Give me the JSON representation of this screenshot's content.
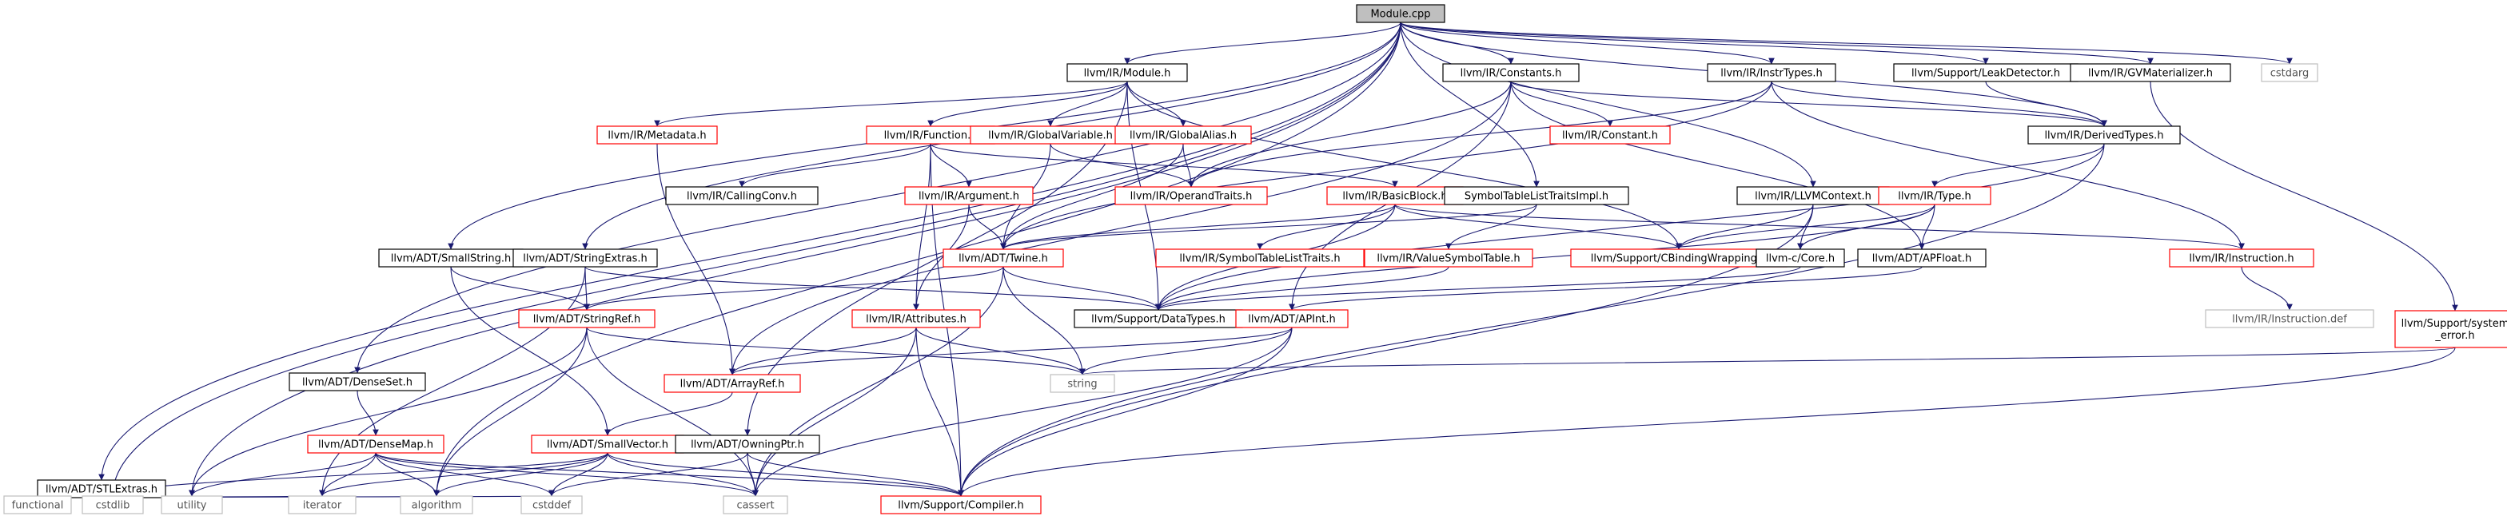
{
  "colors": {
    "edge": "#191970",
    "root_fill": "#bfbfbf",
    "node_fill": "#ffffff",
    "border_normal": "#000000",
    "border_truncated": "#ff0000",
    "border_system": "#bfbfbf"
  },
  "nodes": [
    {
      "id": "module_cpp",
      "label": "Module.cpp",
      "kind": "root"
    },
    {
      "id": "cstdarg",
      "label": "cstdarg",
      "kind": "system"
    },
    {
      "id": "ir_module",
      "label": "llvm/IR/Module.h",
      "kind": "normal"
    },
    {
      "id": "ir_constants",
      "label": "llvm/IR/Constants.h",
      "kind": "normal"
    },
    {
      "id": "ir_instrtypes",
      "label": "llvm/IR/InstrTypes.h",
      "kind": "normal"
    },
    {
      "id": "leakdetector",
      "label": "llvm/Support/LeakDetector.h",
      "kind": "normal"
    },
    {
      "id": "gvmaterializer",
      "label": "llvm/IR/GVMaterializer.h",
      "kind": "normal"
    },
    {
      "id": "ir_metadata",
      "label": "llvm/IR/Metadata.h",
      "kind": "truncated"
    },
    {
      "id": "ir_function",
      "label": "llvm/IR/Function.h",
      "kind": "truncated"
    },
    {
      "id": "ir_globalvariable",
      "label": "llvm/IR/GlobalVariable.h",
      "kind": "truncated"
    },
    {
      "id": "ir_globalalias",
      "label": "llvm/IR/GlobalAlias.h",
      "kind": "truncated"
    },
    {
      "id": "ir_constant",
      "label": "llvm/IR/Constant.h",
      "kind": "truncated"
    },
    {
      "id": "ir_derivedtypes",
      "label": "llvm/IR/DerivedTypes.h",
      "kind": "normal"
    },
    {
      "id": "ir_operandtraits",
      "label": "llvm/IR/OperandTraits.h",
      "kind": "truncated"
    },
    {
      "id": "ir_callingconv",
      "label": "llvm/IR/CallingConv.h",
      "kind": "normal"
    },
    {
      "id": "ir_argument",
      "label": "llvm/IR/Argument.h",
      "kind": "truncated"
    },
    {
      "id": "ir_basicblock",
      "label": "llvm/IR/BasicBlock.h",
      "kind": "truncated"
    },
    {
      "id": "symtabtraits",
      "label": "SymbolTableListTraitsImpl.h",
      "kind": "normal"
    },
    {
      "id": "ir_llvmcontext",
      "label": "llvm/IR/LLVMContext.h",
      "kind": "normal"
    },
    {
      "id": "ir_type",
      "label": "llvm/IR/Type.h",
      "kind": "truncated"
    },
    {
      "id": "adt_smallstring",
      "label": "llvm/ADT/SmallString.h",
      "kind": "normal"
    },
    {
      "id": "adt_stringextras",
      "label": "llvm/ADT/StringExtras.h",
      "kind": "normal"
    },
    {
      "id": "adt_twine",
      "label": "llvm/ADT/Twine.h",
      "kind": "truncated"
    },
    {
      "id": "ir_symtablelisttraits",
      "label": "llvm/IR/SymbolTableListTraits.h",
      "kind": "truncated"
    },
    {
      "id": "ir_valuesymboltable",
      "label": "llvm/IR/ValueSymbolTable.h",
      "kind": "truncated"
    },
    {
      "id": "cbindingwrapping",
      "label": "llvm/Support/CBindingWrapping.h",
      "kind": "truncated"
    },
    {
      "id": "llvmc_core",
      "label": "llvm-c/Core.h",
      "kind": "normal"
    },
    {
      "id": "adt_apfloat",
      "label": "llvm/ADT/APFloat.h",
      "kind": "normal"
    },
    {
      "id": "ir_instruction",
      "label": "llvm/IR/Instruction.h",
      "kind": "truncated"
    },
    {
      "id": "adt_stringref",
      "label": "llvm/ADT/StringRef.h",
      "kind": "truncated"
    },
    {
      "id": "datatypes",
      "label": "llvm/Support/DataTypes.h",
      "kind": "normal"
    },
    {
      "id": "ir_attributes",
      "label": "llvm/IR/Attributes.h",
      "kind": "truncated"
    },
    {
      "id": "adt_apint",
      "label": "llvm/ADT/APInt.h",
      "kind": "truncated"
    },
    {
      "id": "ir_instruction_def",
      "label": "llvm/IR/Instruction.def",
      "kind": "system"
    },
    {
      "id": "system_error",
      "label": "llvm/Support/system\n_error.h",
      "kind": "truncated"
    },
    {
      "id": "string",
      "label": "string",
      "kind": "system"
    },
    {
      "id": "adt_denseset",
      "label": "llvm/ADT/DenseSet.h",
      "kind": "normal"
    },
    {
      "id": "adt_arrayref",
      "label": "llvm/ADT/ArrayRef.h",
      "kind": "truncated"
    },
    {
      "id": "adt_densemap",
      "label": "llvm/ADT/DenseMap.h",
      "kind": "truncated"
    },
    {
      "id": "adt_smallvector",
      "label": "llvm/ADT/SmallVector.h",
      "kind": "truncated"
    },
    {
      "id": "adt_owningptr",
      "label": "llvm/ADT/OwningPtr.h",
      "kind": "normal"
    },
    {
      "id": "adt_stlextras",
      "label": "llvm/ADT/STLExtras.h",
      "kind": "normal"
    },
    {
      "id": "functional",
      "label": "functional",
      "kind": "system"
    },
    {
      "id": "cstdlib",
      "label": "cstdlib",
      "kind": "system"
    },
    {
      "id": "utility",
      "label": "utility",
      "kind": "system"
    },
    {
      "id": "iterator",
      "label": "iterator",
      "kind": "system"
    },
    {
      "id": "algorithm",
      "label": "algorithm",
      "kind": "system"
    },
    {
      "id": "cstddef",
      "label": "cstddef",
      "kind": "system"
    },
    {
      "id": "cassert",
      "label": "cassert",
      "kind": "system"
    },
    {
      "id": "compiler",
      "label": "llvm/Support/Compiler.h",
      "kind": "truncated"
    }
  ],
  "edges": [
    [
      "module_cpp",
      "cstdarg"
    ],
    [
      "module_cpp",
      "ir_module"
    ],
    [
      "module_cpp",
      "ir_constants"
    ],
    [
      "module_cpp",
      "ir_instrtypes"
    ],
    [
      "module_cpp",
      "leakdetector"
    ],
    [
      "module_cpp",
      "gvmaterializer"
    ],
    [
      "module_cpp",
      "ir_derivedtypes"
    ],
    [
      "module_cpp",
      "ir_llvmcontext"
    ],
    [
      "module_cpp",
      "symtabtraits"
    ],
    [
      "module_cpp",
      "adt_smallstring"
    ],
    [
      "module_cpp",
      "adt_stringextras"
    ],
    [
      "module_cpp",
      "adt_denseset"
    ],
    [
      "module_cpp",
      "adt_stlextras"
    ],
    [
      "module_cpp",
      "cstdlib"
    ],
    [
      "module_cpp",
      "algorithm"
    ],
    [
      "module_cpp",
      "utility"
    ],
    [
      "ir_module",
      "ir_metadata"
    ],
    [
      "ir_module",
      "ir_function"
    ],
    [
      "ir_module",
      "ir_globalvariable"
    ],
    [
      "ir_module",
      "ir_globalalias"
    ],
    [
      "ir_module",
      "adt_owningptr"
    ],
    [
      "ir_module",
      "datatypes"
    ],
    [
      "ir_module",
      "cbindingwrapping"
    ],
    [
      "ir_constants",
      "ir_constant"
    ],
    [
      "ir_constants",
      "ir_operandtraits"
    ],
    [
      "ir_constants",
      "ir_derivedtypes"
    ],
    [
      "ir_constants",
      "adt_apfloat"
    ],
    [
      "ir_constants",
      "adt_apint"
    ],
    [
      "ir_constants",
      "adt_arrayref"
    ],
    [
      "ir_instrtypes",
      "ir_instruction"
    ],
    [
      "ir_instrtypes",
      "ir_operandtraits"
    ],
    [
      "ir_instrtypes",
      "ir_derivedtypes"
    ],
    [
      "ir_instrtypes",
      "adt_twine"
    ],
    [
      "leakdetector",
      "ir_derivedtypes"
    ],
    [
      "gvmaterializer",
      "system_error"
    ],
    [
      "ir_function",
      "ir_callingconv"
    ],
    [
      "ir_function",
      "ir_argument"
    ],
    [
      "ir_function",
      "ir_basicblock"
    ],
    [
      "ir_function",
      "ir_attributes"
    ],
    [
      "ir_function",
      "compiler"
    ],
    [
      "ir_globalvariable",
      "ir_operandtraits"
    ],
    [
      "ir_globalvariable",
      "adt_twine"
    ],
    [
      "ir_globalalias",
      "ir_operandtraits"
    ],
    [
      "ir_globalalias",
      "adt_twine"
    ],
    [
      "ir_metadata",
      "adt_arrayref"
    ],
    [
      "ir_derivedtypes",
      "ir_type"
    ],
    [
      "ir_derivedtypes",
      "datatypes"
    ],
    [
      "ir_derivedtypes",
      "compiler"
    ],
    [
      "ir_argument",
      "adt_twine"
    ],
    [
      "ir_argument",
      "ir_attributes"
    ],
    [
      "ir_basicblock",
      "ir_symtablelisttraits"
    ],
    [
      "ir_basicblock",
      "ir_instruction"
    ],
    [
      "ir_basicblock",
      "cbindingwrapping"
    ],
    [
      "ir_basicblock",
      "datatypes"
    ],
    [
      "ir_basicblock",
      "adt_twine"
    ],
    [
      "symtabtraits",
      "ir_valuesymboltable"
    ],
    [
      "symtabtraits",
      "adt_twine"
    ],
    [
      "ir_llvmcontext",
      "cbindingwrapping"
    ],
    [
      "ir_llvmcontext",
      "llvmc_core"
    ],
    [
      "ir_llvmcontext",
      "compiler"
    ],
    [
      "ir_type",
      "adt_apfloat"
    ],
    [
      "ir_type",
      "llvmc_core"
    ],
    [
      "ir_type",
      "cbindingwrapping"
    ],
    [
      "ir_type",
      "datatypes"
    ],
    [
      "adt_smallstring",
      "adt_stringref"
    ],
    [
      "adt_smallstring",
      "adt_smallvector"
    ],
    [
      "adt_stringextras",
      "adt_stringref"
    ],
    [
      "adt_stringextras",
      "datatypes"
    ],
    [
      "adt_stringextras",
      "iterator"
    ],
    [
      "adt_twine",
      "adt_stringref"
    ],
    [
      "adt_twine",
      "datatypes"
    ],
    [
      "adt_twine",
      "string"
    ],
    [
      "adt_twine",
      "cassert"
    ],
    [
      "ir_valuesymboltable",
      "datatypes"
    ],
    [
      "llvmc_core",
      "datatypes"
    ],
    [
      "adt_apfloat",
      "adt_apint"
    ],
    [
      "ir_instruction",
      "ir_instruction_def"
    ],
    [
      "adt_stringref",
      "string"
    ],
    [
      "adt_stringref",
      "utility"
    ],
    [
      "adt_stringref",
      "algorithm"
    ],
    [
      "adt_stringref",
      "cassert"
    ],
    [
      "ir_attributes",
      "adt_arrayref"
    ],
    [
      "ir_attributes",
      "string"
    ],
    [
      "ir_attributes",
      "cassert"
    ],
    [
      "ir_attributes",
      "compiler"
    ],
    [
      "adt_apint",
      "adt_arrayref"
    ],
    [
      "adt_apint",
      "string"
    ],
    [
      "adt_apint",
      "cassert"
    ],
    [
      "adt_apint",
      "compiler"
    ],
    [
      "system_error",
      "string"
    ],
    [
      "system_error",
      "compiler"
    ],
    [
      "adt_denseset",
      "adt_densemap"
    ],
    [
      "adt_arrayref",
      "adt_smallvector"
    ],
    [
      "adt_densemap",
      "cstddef"
    ],
    [
      "adt_densemap",
      "iterator"
    ],
    [
      "adt_densemap",
      "algorithm"
    ],
    [
      "adt_densemap",
      "utility"
    ],
    [
      "adt_densemap",
      "cassert"
    ],
    [
      "adt_densemap",
      "compiler"
    ],
    [
      "adt_smallvector",
      "iterator"
    ],
    [
      "adt_smallvector",
      "algorithm"
    ],
    [
      "adt_smallvector",
      "cstddef"
    ],
    [
      "adt_smallvector",
      "cstdlib"
    ],
    [
      "adt_smallvector",
      "cassert"
    ],
    [
      "adt_smallvector",
      "compiler"
    ],
    [
      "adt_owningptr",
      "cstddef"
    ],
    [
      "adt_owningptr",
      "cassert"
    ],
    [
      "adt_owningptr",
      "compiler"
    ],
    [
      "adt_stlextras",
      "functional"
    ],
    [
      "adt_stlextras",
      "cstdlib"
    ],
    [
      "adt_stlextras",
      "utility"
    ],
    [
      "adt_stlextras",
      "iterator"
    ],
    [
      "adt_stlextras",
      "cstddef"
    ]
  ]
}
